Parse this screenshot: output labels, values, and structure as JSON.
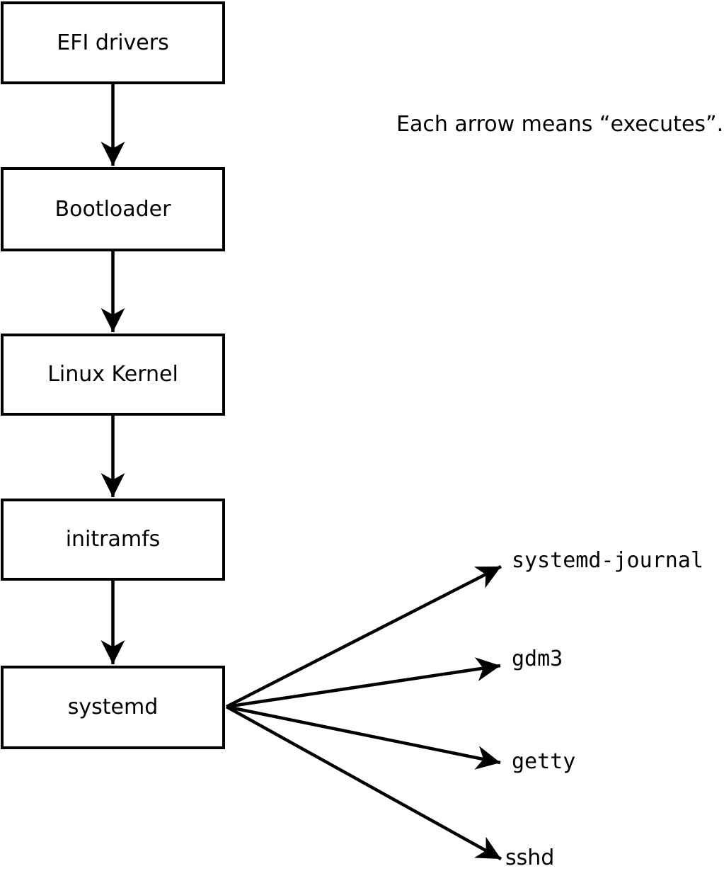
{
  "annotation": {
    "text": "Each arrow means “executes”."
  },
  "flow": {
    "boxes": [
      {
        "label": "EFI drivers"
      },
      {
        "label": "Bootloader"
      },
      {
        "label": "Linux Kernel"
      },
      {
        "label": "initramfs"
      },
      {
        "label": "systemd"
      }
    ],
    "targets": [
      {
        "label": "systemd-journal"
      },
      {
        "label": "gdm3"
      },
      {
        "label": "getty"
      },
      {
        "label": "sshd"
      }
    ]
  },
  "colors": {
    "stroke": "#000000",
    "text": "#000000",
    "background": "#ffffff",
    "box_fill": "#ffffff"
  }
}
